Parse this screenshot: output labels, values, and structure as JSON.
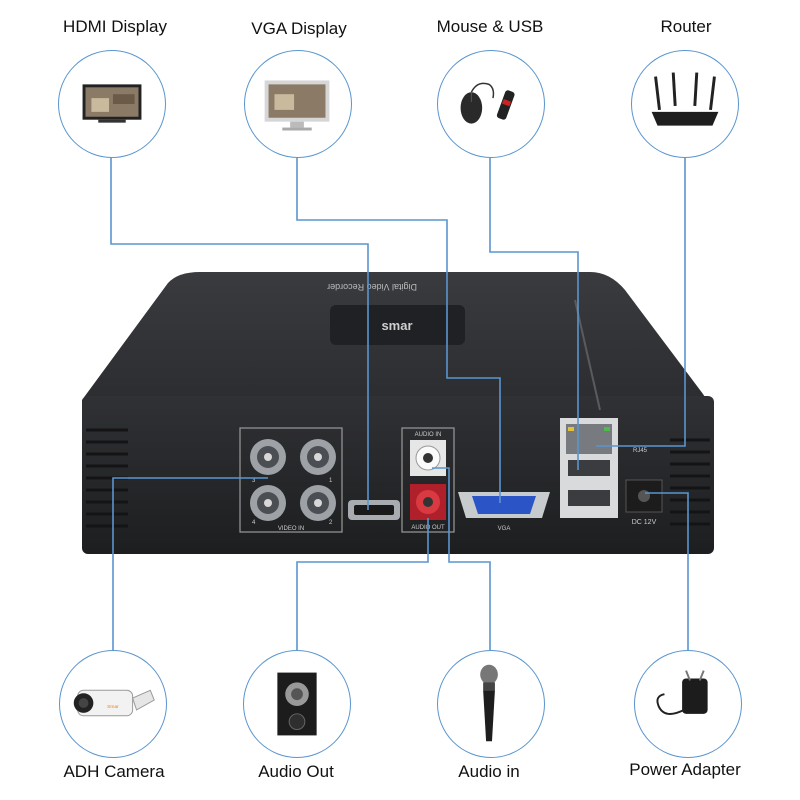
{
  "devices": {
    "hdmi_display": "HDMI Display",
    "vga_display": "VGA Display",
    "mouse_usb": "Mouse & USB",
    "router": "Router",
    "adh_camera": "ADH Camera",
    "audio_out": "Audio Out",
    "audio_in": "Audio in",
    "power_adapter": "Power Adapter"
  },
  "dvr": {
    "brand": "smar",
    "model_text": "Digital Video Recorder",
    "video_in": "VIDEO IN",
    "audio_in": "AUDIO IN",
    "audio_out": "AUDIO OUT",
    "vga": "VGA",
    "rj45": "RJ45",
    "dc": "DC 12V",
    "ch1": "1",
    "ch2": "2",
    "ch3": "3",
    "ch4": "4",
    "cam_brand": "Smar"
  },
  "colors": {
    "wire": "#5a95cf",
    "dvr_body": "#2a2b2e",
    "vga_port": "#2b55c7"
  }
}
